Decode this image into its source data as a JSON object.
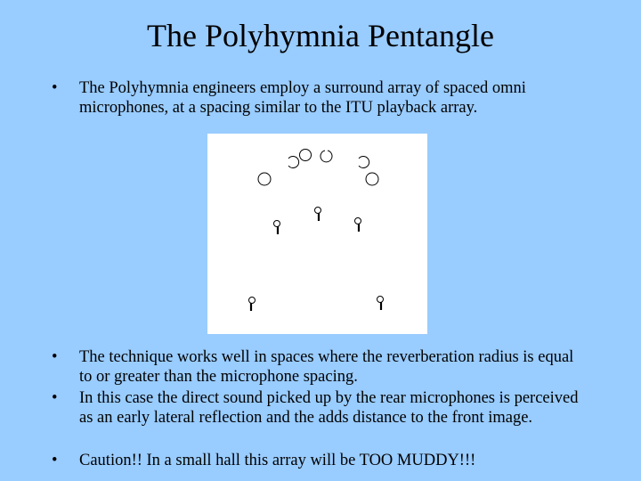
{
  "slide": {
    "title": "The Polyhymnia Pentangle",
    "bullet_char": "•",
    "bullets": [
      "The Polyhymnia engineers employ a surround array of spaced omni microphones, at a spacing similar to the ITU playback array.",
      "The technique works well in spaces where the reverberation radius is equal to or greater than the microphone spacing.",
      "In this case the direct sound picked up by the rear microphones is perceived as an early lateral reflection and the adds distance to the front image.",
      "Caution!! In a small hall this array will be TOO MUDDY!!!"
    ]
  },
  "diagram": {
    "speaker_icons": [
      "speaker-circle-icon",
      "speaker-circle-icon",
      "speaker-circle-icon",
      "speaker-circle-icon",
      "speaker-circle-icon",
      "speaker-circle-icon",
      "speaker-circle-icon"
    ],
    "microphone_icons": [
      "omni-microphone-icon",
      "omni-microphone-icon",
      "omni-microphone-icon",
      "omni-microphone-icon",
      "omni-microphone-icon"
    ]
  }
}
